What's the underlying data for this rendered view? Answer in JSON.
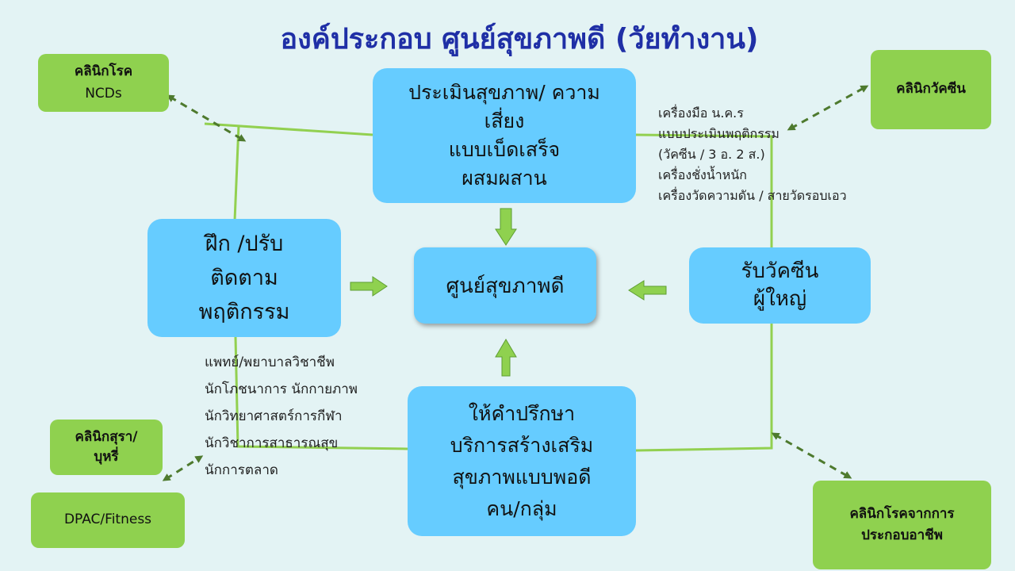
{
  "title": "องค์ประกอบ ศูนย์สุขภาพดี  (วัยทำงาน)",
  "center": "ศูนย์สุขภาพดี",
  "boxes": {
    "assessment": [
      "ประเมินสุขภาพ/ ความ",
      "เสี่ยง",
      "แบบเบ็ดเสร็จ",
      "ผสมผสาน"
    ],
    "training": [
      "ฝึก /ปรับ",
      "ติดตาม",
      "พฤติกรรม"
    ],
    "vaccination": [
      "รับวัคซีน",
      "ผู้ใหญ่"
    ],
    "counseling": [
      "ให้คำปรึกษา",
      "บริการสร้างเสริม",
      "สุขภาพแบบพอดี",
      "คน/กลุ่ม"
    ]
  },
  "clinics": {
    "ncd": [
      "คลินิกโรค",
      "NCDs"
    ],
    "vaccine": [
      "คลินิกวัคซีน"
    ],
    "alcohol": [
      "คลินิกสุรา/",
      "บุหรี่"
    ],
    "dpac": [
      "DPAC/Fitness"
    ],
    "occupational": [
      "คลินิกโรคจากการ",
      "ประกอบอาชีพ"
    ]
  },
  "notes": {
    "tools": [
      "เครื่องมือ  น.ค.ร",
      "แบบประเมินพฤติกรรม",
      "(วัคซีน / 3 อ. 2 ส.)",
      "เครื่องชั่งน้ำหนัก",
      "เครื่องวัดความดัน / สายวัดรอบเอว"
    ],
    "staff": [
      "แพทย์/พยาบาลวิชาชีพ",
      "นักโภชนาการ  นักกายภาพ",
      "นักวิทยาศาสตร์การกีฬา",
      "นักวิชาการสาธารณสุข",
      "นักการตลาด"
    ]
  },
  "colors": {
    "title": "#1f2fa6",
    "blue_box": "#66ccff",
    "green_box": "#8fd14f",
    "connector": "#92d050",
    "dashed_arrow": "#4e7a2e",
    "background": "#e3f3f4"
  }
}
